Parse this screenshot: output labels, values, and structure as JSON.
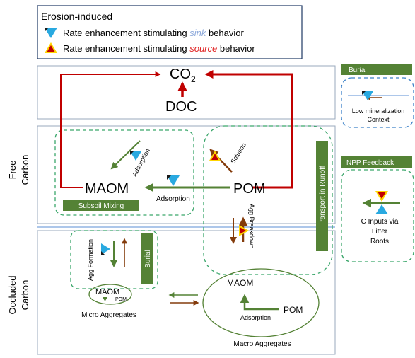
{
  "legend": {
    "title": "Erosion-induced",
    "sink_prefix": "Rate enhancement stimulating ",
    "sink_word": "sink",
    "sink_suffix": " behavior",
    "source_prefix": "Rate enhancement stimulating ",
    "source_word": "source",
    "source_suffix": " behavior"
  },
  "pools": {
    "co2_main": "CO",
    "co2_sub": "2",
    "doc": "DOC",
    "maom": "MAOM",
    "pom": "POM",
    "maom_micro": "MAOM",
    "pom_micro": "POM",
    "maom_macro": "MAOM",
    "pom_macro": "POM"
  },
  "labels": {
    "adsorption_diag": "Adsorption",
    "adsorption_main": "Adsorption",
    "solution": "Solution",
    "subsoil_mixing": "Subsoil Mixing",
    "transport_runoff": "Transport in Runoff",
    "agg_breakdown": "Agg Breakdown",
    "agg_formation": "Agg Formation",
    "burial_inner": "Burial",
    "micro_aggregates": "Micro Aggregates",
    "macro_aggregates": "Macro Aggregates",
    "adsorption_macro": "Adsorption"
  },
  "rows": {
    "free_line1": "Free",
    "free_line2": "Carbon",
    "occluded_line1": "Occluded",
    "occluded_line2": "Carbon"
  },
  "side": {
    "burial_title": "Burial",
    "burial_text1": "Low mineralization",
    "burial_text2": "Context",
    "npp_title": "NPP Feedback",
    "npp_text1": "C Inputs via",
    "npp_text2": "Litter",
    "npp_text3": "Roots"
  },
  "colors": {
    "red": "#c00000",
    "green": "#548235",
    "brown": "#843c0c",
    "dash_green": "#3aa66a",
    "frame_blue": "#1f3864",
    "panel_border": "#9aa9bd",
    "blue_tri": "#29a9e0",
    "sink_text": "#8eaadb",
    "source_text": "#e02020"
  }
}
